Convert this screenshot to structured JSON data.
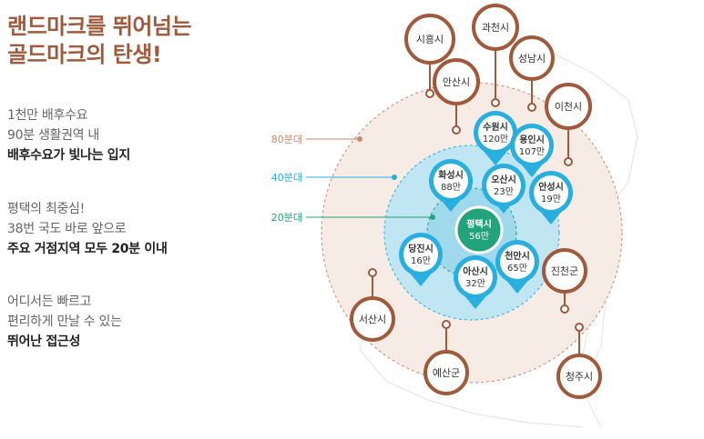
{
  "headline": {
    "line1": "랜드마크를 뛰어넘는",
    "line2": "골드마크의 탄생!"
  },
  "features": [
    {
      "lines": [
        "1천만 배후수요",
        "90분 생활권역 내"
      ],
      "emphasis": "배후수요가 빛나는 입지"
    },
    {
      "lines": [
        "평택의 최중심!",
        "38번 국도 바로 앞으로"
      ],
      "emphasis": "주요 거점지역 모두 20분 이내"
    },
    {
      "lines": [
        "어디서든 빠르고",
        "편리하게 만날 수 있는"
      ],
      "emphasis": "뛰어난 접근성"
    }
  ],
  "zones": {
    "z80": "80분대",
    "z40": "40분대",
    "z20": "20분대"
  },
  "colors": {
    "brown": "#a0593a",
    "blue": "#29aee0",
    "green": "#23a37a",
    "ring80": "#f6ebe5",
    "ring40": "#bfe6f2"
  },
  "center": {
    "name": "평택시",
    "pop": "56만"
  },
  "blue_cities": [
    {
      "name": "수원시",
      "pop": "120만"
    },
    {
      "name": "용인시",
      "pop": "107만"
    },
    {
      "name": "화성시",
      "pop": "88만"
    },
    {
      "name": "오산시",
      "pop": "23만"
    },
    {
      "name": "안성시",
      "pop": "19만"
    },
    {
      "name": "당진시",
      "pop": "16만"
    },
    {
      "name": "아산시",
      "pop": "32만"
    },
    {
      "name": "천안시",
      "pop": "65만"
    }
  ],
  "brown_cities": [
    "시흥시",
    "과천시",
    "성남시",
    "안산시",
    "이천시",
    "진천군",
    "서산시",
    "예산군",
    "청주시"
  ]
}
